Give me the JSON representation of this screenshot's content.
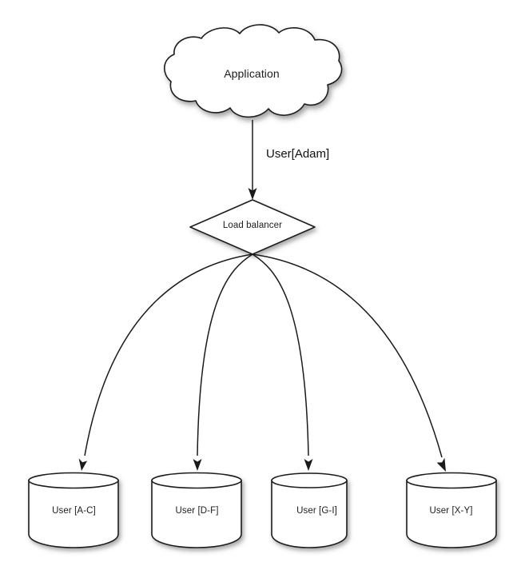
{
  "diagram": {
    "type": "architecture-flow",
    "background_color": "#ffffff",
    "stroke_color": "#1a1a1a",
    "text_color": "#1c1c1c",
    "nodes": {
      "application": {
        "label": "Application",
        "shape": "cloud",
        "icon": "cloud-icon"
      },
      "load_balancer": {
        "label": "Load balancer",
        "shape": "diamond",
        "icon": "diamond-decision-icon"
      },
      "databases": [
        {
          "label": "User [A-C]",
          "shape": "cylinder",
          "icon": "database-cylinder-icon"
        },
        {
          "label": "User [D-F]",
          "shape": "cylinder",
          "icon": "database-cylinder-icon"
        },
        {
          "label": "User [G-I]",
          "shape": "cylinder",
          "icon": "database-cylinder-icon"
        },
        {
          "label": "User [X-Y]",
          "shape": "cylinder",
          "icon": "database-cylinder-icon"
        }
      ]
    },
    "edges": [
      {
        "from": "application",
        "to": "load_balancer",
        "label": "User[Adam]",
        "style": "straight",
        "arrow": "end"
      },
      {
        "from": "load_balancer",
        "to": "db-1",
        "label": "",
        "style": "curved",
        "arrow": "end"
      },
      {
        "from": "load_balancer",
        "to": "db-2",
        "label": "",
        "style": "curved",
        "arrow": "end"
      },
      {
        "from": "load_balancer",
        "to": "db-3",
        "label": "",
        "style": "curved",
        "arrow": "end"
      },
      {
        "from": "load_balancer",
        "to": "db-4",
        "label": "",
        "style": "curved",
        "arrow": "end"
      }
    ]
  }
}
